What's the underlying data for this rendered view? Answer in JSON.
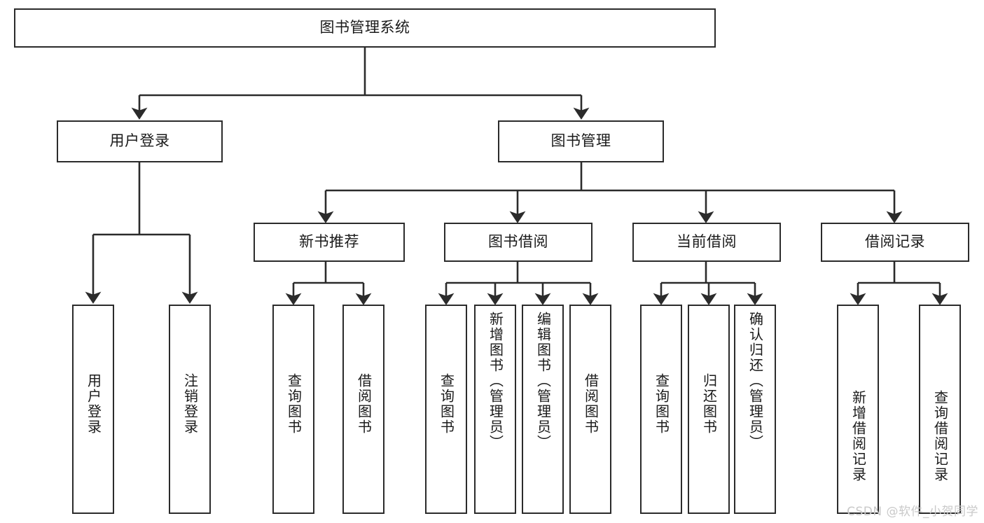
{
  "diagram": {
    "type": "tree-hierarchy-chart",
    "title_node": {
      "label": "图书管理系统"
    },
    "level1": [
      {
        "id": "user-login",
        "label": "用户登录"
      },
      {
        "id": "book-manage",
        "label": "图书管理"
      }
    ],
    "level2": [
      {
        "id": "new-book-recommend",
        "label": "新书推荐",
        "parent": "book-manage"
      },
      {
        "id": "book-borrow",
        "label": "图书借阅",
        "parent": "book-manage"
      },
      {
        "id": "current-borrow",
        "label": "当前借阅",
        "parent": "book-manage"
      },
      {
        "id": "borrow-record",
        "label": "借阅记录",
        "parent": "book-manage"
      }
    ],
    "leaves": [
      {
        "id": "leaf-user-login",
        "label": "用户登录",
        "parent": "user-login"
      },
      {
        "id": "leaf-logout-login",
        "label": "注销登录",
        "parent": "user-login"
      },
      {
        "id": "leaf-query-book-1",
        "label": "查询图书",
        "parent": "new-book-recommend"
      },
      {
        "id": "leaf-borrow-book-1",
        "label": "借阅图书",
        "parent": "new-book-recommend"
      },
      {
        "id": "leaf-query-book-2",
        "label": "查询图书",
        "parent": "book-borrow"
      },
      {
        "id": "leaf-add-book",
        "label": "新增图书（管理员）",
        "parent": "book-borrow"
      },
      {
        "id": "leaf-edit-book",
        "label": "编辑图书（管理员）",
        "parent": "book-borrow"
      },
      {
        "id": "leaf-borrow-book-2",
        "label": "借阅图书",
        "parent": "book-borrow"
      },
      {
        "id": "leaf-query-book-3",
        "label": "查询图书",
        "parent": "current-borrow"
      },
      {
        "id": "leaf-return-book",
        "label": "归还图书",
        "parent": "current-borrow"
      },
      {
        "id": "leaf-confirm-return",
        "label": "确认归还（管理员）",
        "parent": "current-borrow"
      },
      {
        "id": "leaf-add-record",
        "label": "新增借阅记录",
        "parent": "borrow-record"
      },
      {
        "id": "leaf-query-record",
        "label": "查询借阅记录",
        "parent": "borrow-record"
      }
    ],
    "watermark": "CSDN @软件_小贺同学",
    "colors": {
      "border": "#2b2b2b",
      "background": "#ffffff",
      "text": "#1a1a1a",
      "watermark": "#c9c9c9"
    }
  }
}
